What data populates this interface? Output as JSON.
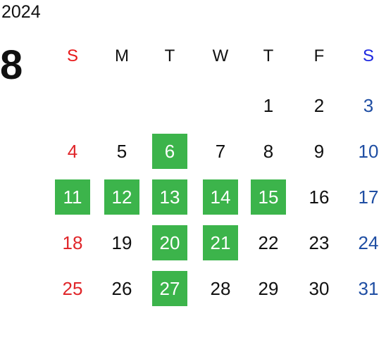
{
  "calendar": {
    "year": "2024",
    "month": "8",
    "weekdays": [
      "S",
      "M",
      "T",
      "W",
      "T",
      "F",
      "S"
    ],
    "weeks": [
      [
        "",
        "",
        "",
        "",
        "1",
        "2",
        "3"
      ],
      [
        "4",
        "5",
        "6",
        "7",
        "8",
        "9",
        "10"
      ],
      [
        "11",
        "12",
        "13",
        "14",
        "15",
        "16",
        "17"
      ],
      [
        "18",
        "19",
        "20",
        "21",
        "22",
        "23",
        "24"
      ],
      [
        "25",
        "26",
        "27",
        "28",
        "29",
        "30",
        "31"
      ]
    ],
    "highlighted_days": [
      "6",
      "11",
      "12",
      "13",
      "14",
      "15",
      "20",
      "21",
      "27"
    ]
  },
  "colors": {
    "default_text": "#111111",
    "sunday_header": "#e8191a",
    "saturday_header": "#1d27e0",
    "sunday_day": "#e0262a",
    "saturday_day": "#1f4ea3",
    "highlight_bg": "#3cb44b",
    "highlight_text": "#ffffff"
  }
}
